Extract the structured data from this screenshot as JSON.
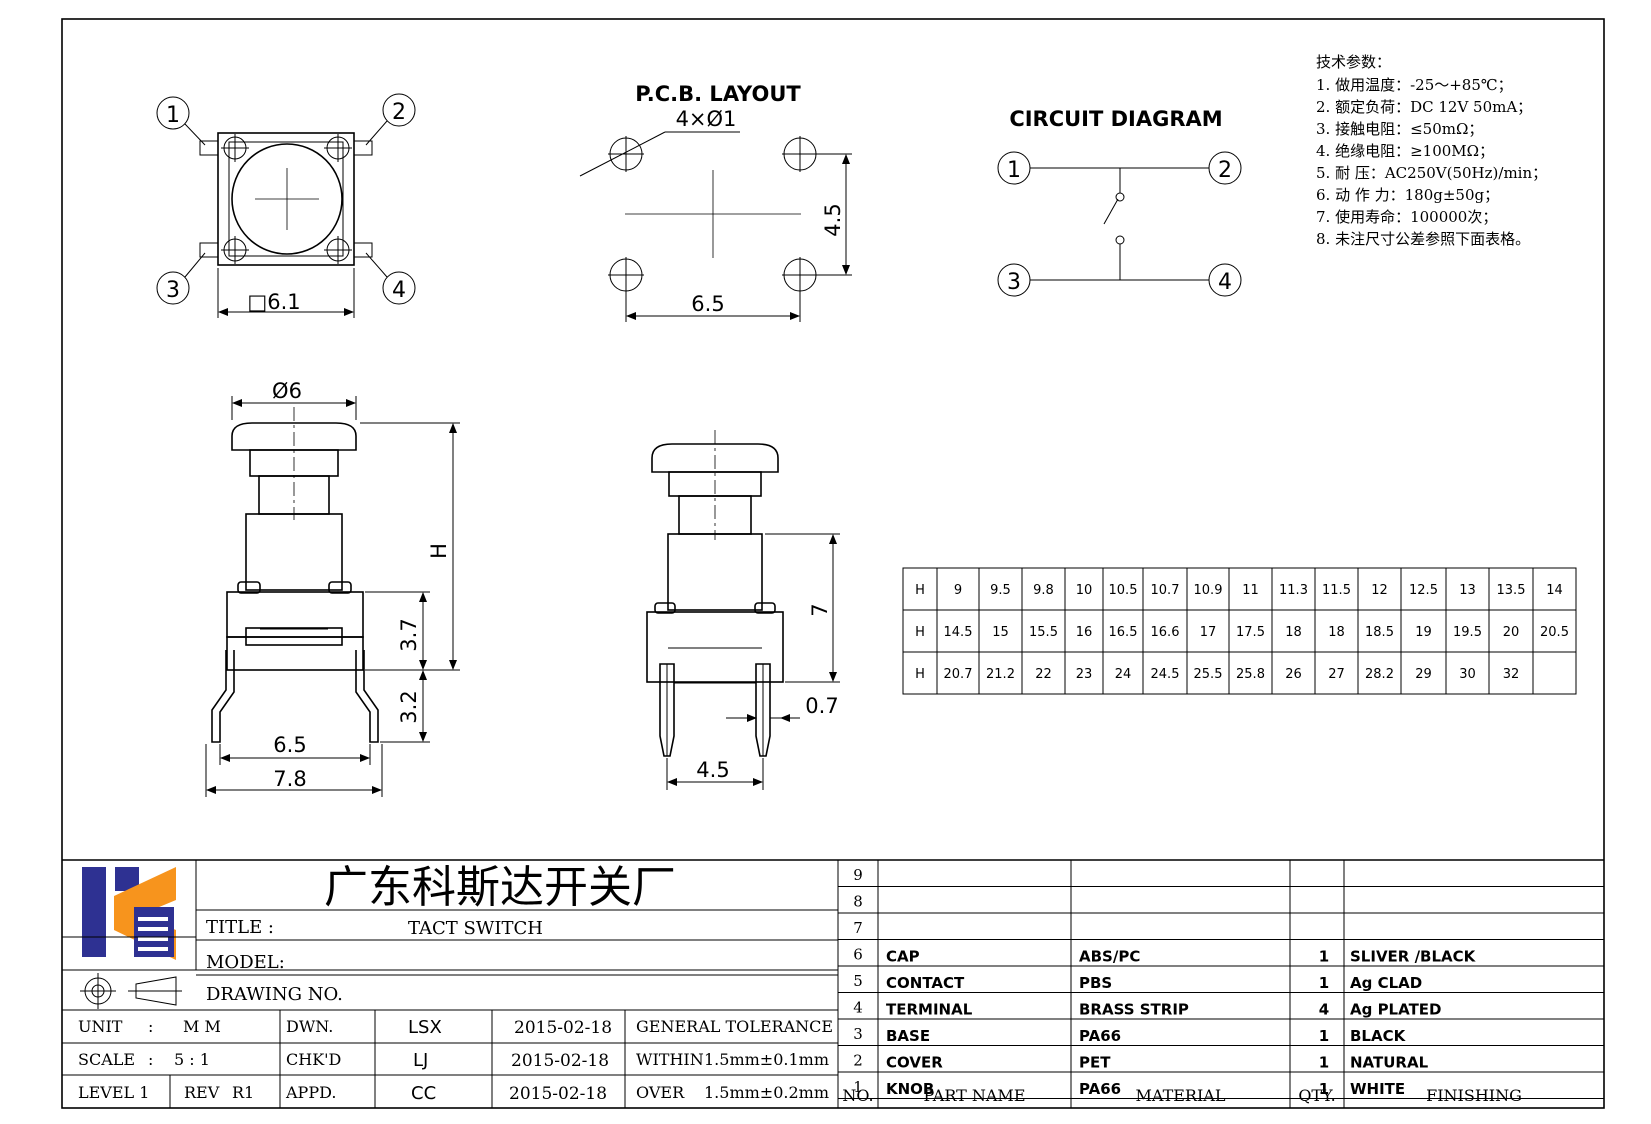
{
  "drawing": {
    "pcb_layout_title": "P.C.B. LAYOUT",
    "circuit_title": "CIRCUIT DIAGRAM",
    "dims": {
      "square": "□6.1",
      "holes": "4×Ø1",
      "pcb_h": "4.5",
      "pcb_w": "6.5",
      "cap_dia": "Ø6",
      "h_label": "H",
      "base_h": "3.7",
      "pin_h": "3.2",
      "pin_span": "6.5",
      "overall_w": "7.8",
      "side_h": "7",
      "pin_w": "0.7",
      "side_span": "4.5"
    },
    "pins": [
      "1",
      "2",
      "3",
      "4"
    ]
  },
  "specs": {
    "heading": "技术参数：",
    "items": [
      "1.  做用温度：-25～+85℃；",
      "2.  额定负荷：DC  12V  50mA；",
      "3.  接触电阻：≤50mΩ；",
      "4.  绝缘电阻：≥100MΩ；",
      "5.  耐      压：AC250V(50Hz)/min；",
      "6.  动  作  力：180g±50g；",
      "7.  使用寿命：100000次；",
      "8.  未注尺寸公差参照下面表格。"
    ]
  },
  "h_table": {
    "rows": [
      [
        "H",
        "9",
        "9.5",
        "9.8",
        "10",
        "10.5",
        "10.7",
        "10.9",
        "11",
        "11.3",
        "11.5",
        "12",
        "12.5",
        "13",
        "13.5",
        "14"
      ],
      [
        "H",
        "14.5",
        "15",
        "15.5",
        "16",
        "16.5",
        "16.6",
        "17",
        "17.5",
        "18",
        "18",
        "18.5",
        "19",
        "19.5",
        "20",
        "20.5"
      ],
      [
        "H",
        "20.7",
        "21.2",
        "22",
        "23",
        "24",
        "24.5",
        "25.5",
        "25.8",
        "26",
        "27",
        "28.2",
        "29",
        "30",
        "32",
        ""
      ]
    ]
  },
  "title_block": {
    "company": "广东科斯达开关厂",
    "title_label": "TITLE  :",
    "title_value": "TACT SWITCH",
    "model_label": "MODEL:",
    "drawing_no_label": "DRAWING NO.",
    "unit_label": "UNIT",
    "unit_colon": ":",
    "unit_value": "M M",
    "scale_label": "SCALE",
    "scale_colon": ":",
    "scale_value": "5 : 1",
    "level_label": "LEVEL 1",
    "rev_label": "REV",
    "rev_value": "R1",
    "dwn_label": "DWN.",
    "chkd_label": "CHK'D",
    "appd_label": "APPD.",
    "dwn_name": "LSX",
    "chkd_name": "LJ",
    "appd_name": "CC",
    "dwn_date": "2015-02-18",
    "chkd_date": "2015-02-18",
    "appd_date": "2015-02-18",
    "tolerance_label": "GENERAL TOLERANCE",
    "within_label": "WITHIN",
    "within_value": "1.5mm±0.1mm",
    "over_label": "OVER",
    "over_value": "1.5mm±0.2mm"
  },
  "bom": {
    "headers": {
      "no": "NO.",
      "part": "PART   NAME",
      "material": "MATERIAL",
      "qty": "QTY.",
      "finishing": "FINISHING"
    },
    "rows": [
      {
        "no": "9",
        "part": "",
        "material": "",
        "qty": "",
        "finishing": ""
      },
      {
        "no": "8",
        "part": "",
        "material": "",
        "qty": "",
        "finishing": ""
      },
      {
        "no": "7",
        "part": "",
        "material": "",
        "qty": "",
        "finishing": ""
      },
      {
        "no": "6",
        "part": "CAP",
        "material": "ABS/PC",
        "qty": "1",
        "finishing": "SLIVER /BLACK"
      },
      {
        "no": "5",
        "part": "CONTACT",
        "material": "PBS",
        "qty": "1",
        "finishing": "Ag CLAD"
      },
      {
        "no": "4",
        "part": "TERMINAL",
        "material": "BRASS STRIP",
        "qty": "4",
        "finishing": "Ag PLATED"
      },
      {
        "no": "3",
        "part": "BASE",
        "material": "PA66",
        "qty": "1",
        "finishing": "BLACK"
      },
      {
        "no": "2",
        "part": "COVER",
        "material": "PET",
        "qty": "1",
        "finishing": "NATURAL"
      },
      {
        "no": "1",
        "part": "KNOB",
        "material": "PA66",
        "qty": "1",
        "finishing": "WHITE"
      }
    ]
  },
  "colors": {
    "logo_blue": "#2e3192",
    "logo_orange": "#f7941d",
    "line": "#000000"
  }
}
